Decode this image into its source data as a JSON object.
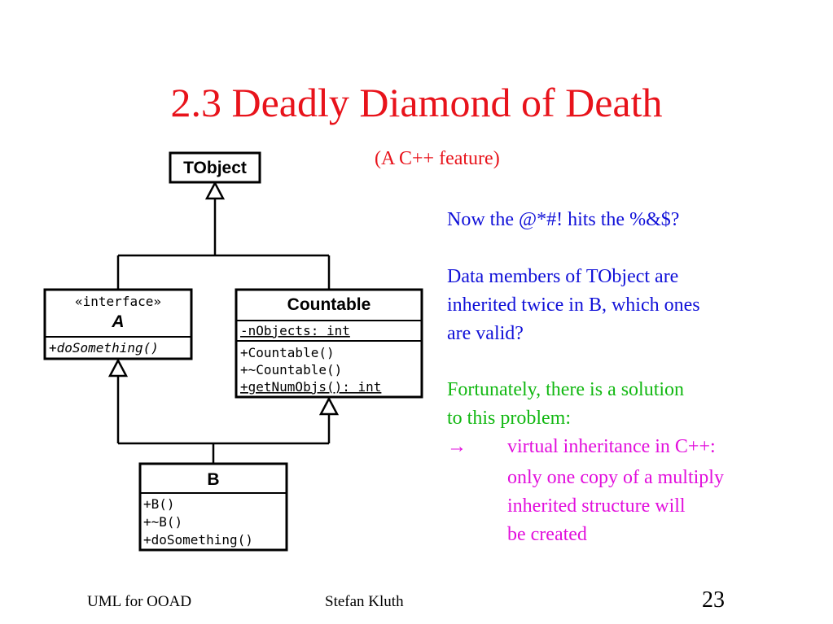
{
  "slide": {
    "title": "2.3 Deadly Diamond of Death",
    "subtitle": "(A C++ feature)"
  },
  "body": {
    "line1": "Now the @*#! hits the %&$?",
    "para2_line1": "Data members of TObject are",
    "para2_line2": "inherited twice in B, which ones",
    "para2_line3": "are valid?",
    "para3_line1": "Fortunately, there is a solution",
    "para3_line2": "to this problem:",
    "arrow": "→",
    "bullet_line1": "virtual inheritance in C++:",
    "bullet_line2": "only one copy of a multiply",
    "bullet_line3": "inherited structure  will",
    "bullet_line4": "be created",
    "colors": {
      "blue": "#1010d8",
      "green": "#12b812",
      "magenta": "#e20fdc",
      "title_red": "#e8131b"
    }
  },
  "diagram": {
    "tobject": {
      "name": "TObject"
    },
    "a": {
      "stereotype": "«interface»",
      "name": "A",
      "operation": "+doSomething()"
    },
    "countable": {
      "name": "Countable",
      "attribute": "-nObjects: int",
      "op1": "+Countable()",
      "op2": "+~Countable()",
      "op3": "+getNumObjs(): int"
    },
    "b": {
      "name": "B",
      "op1": "+B()",
      "op2": "+~B()",
      "op3": "+doSomething()"
    }
  },
  "footer": {
    "left": "UML for OOAD",
    "center": "Stefan Kluth",
    "page_number": "23"
  }
}
